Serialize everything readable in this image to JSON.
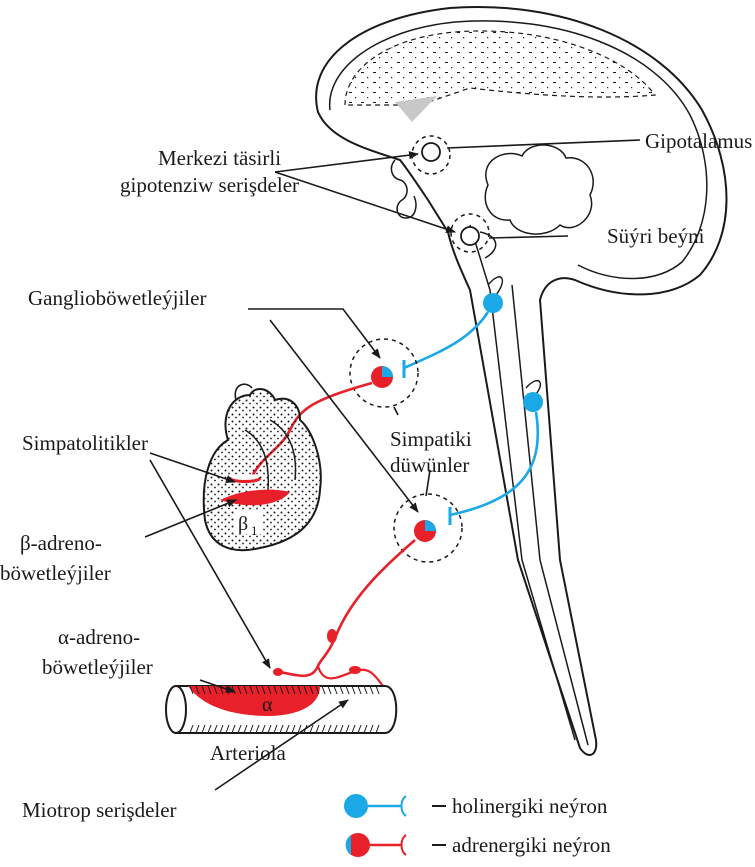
{
  "labels": {
    "merkezi_line1": "Merkezi täsirli",
    "merkezi_line2": "gipotenziw serişdeler",
    "gipotalamus": "Gipotalamus",
    "suyri_beyni": "Süýri beýni",
    "ganglio": "Ganglioböwetleýjiler",
    "simpatolitikler": "Simpatolitikler",
    "simpatiki_line1": "Simpatiki",
    "simpatiki_line2": "düwünler",
    "beta_line1": "β-adreno-",
    "beta_line2": "böwetleýjiler",
    "alpha_line1": "α-adreno-",
    "alpha_line2": "böwetleýjiler",
    "arteriola": "Arteriola",
    "miotrop": "Miotrop serişdeler",
    "beta1_symbol": "β",
    "beta1_sub": "1",
    "alpha_symbol": "α"
  },
  "legend": {
    "cholinergic": "holinergiki neýron",
    "adrenergic": "adrenergiki neýron"
  },
  "colors": {
    "cholinergic": "#1aa9e6",
    "adrenergic": "#e8202a",
    "outline": "#1a1a1a",
    "brain_shade": "#c8c8c8"
  }
}
